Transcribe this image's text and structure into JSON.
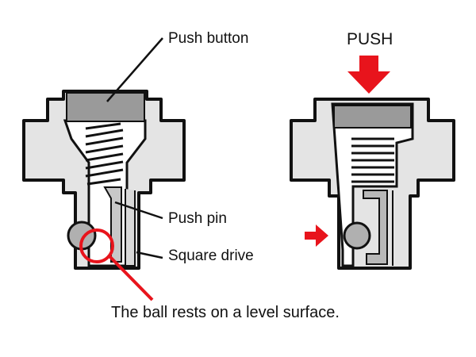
{
  "labels": {
    "push_button": "Push button",
    "push": "PUSH",
    "push_pin": "Push pin",
    "square_drive": "Square drive",
    "caption": "The ball rests on a level surface."
  },
  "colors": {
    "accent": "#e8141c",
    "body": "#e4e4e4",
    "part": "#9a9a9a",
    "outline": "#111111"
  }
}
